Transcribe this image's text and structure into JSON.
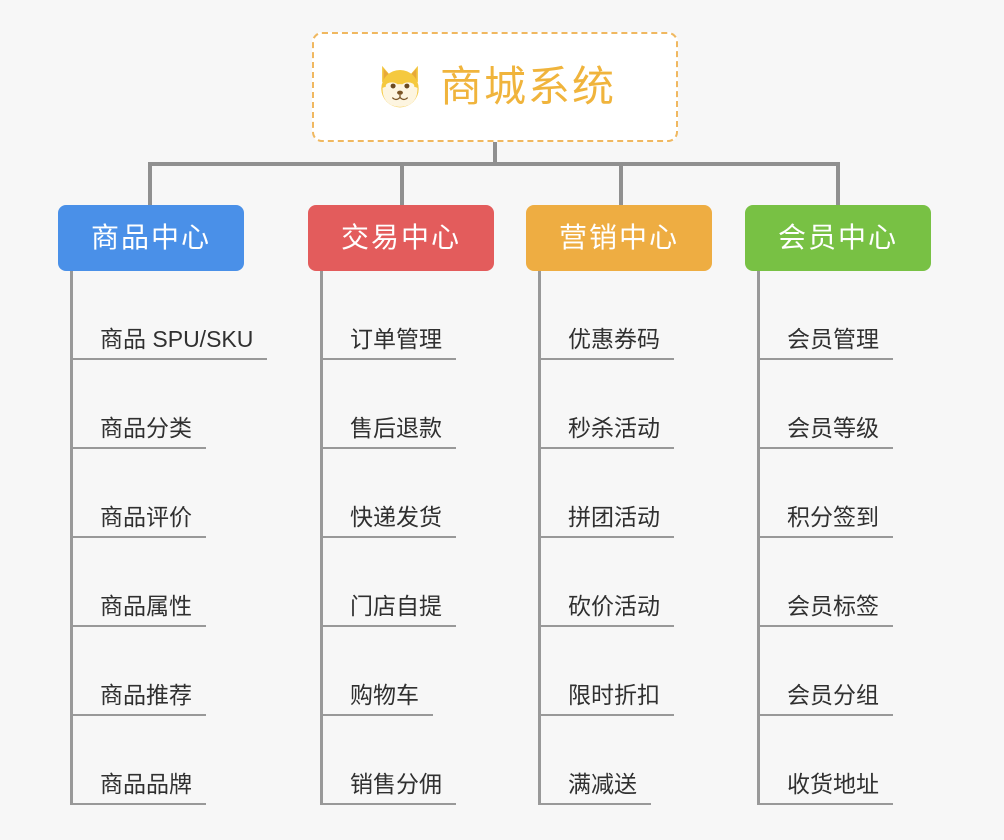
{
  "root": {
    "title": "商城系统",
    "icon": "shiba-dog-icon",
    "border_color": "#f0b860",
    "text_color": "#f0b43c",
    "background": "#ffffff"
  },
  "canvas": {
    "background": "#f7f7f7",
    "connector_color": "#909090"
  },
  "columns": [
    {
      "id": "product-center",
      "label": "商品中心",
      "color": "#4a90e8",
      "items": [
        "商品 SPU/SKU",
        "商品分类",
        "商品评价",
        "商品属性",
        "商品推荐",
        "商品品牌"
      ]
    },
    {
      "id": "trade-center",
      "label": "交易中心",
      "color": "#e35c5c",
      "items": [
        "订单管理",
        "售后退款",
        "快递发货",
        "门店自提",
        "购物车",
        "销售分佣"
      ]
    },
    {
      "id": "marketing-center",
      "label": "营销中心",
      "color": "#eead42",
      "items": [
        "优惠券码",
        "秒杀活动",
        "拼团活动",
        "砍价活动",
        "限时折扣",
        "满减送"
      ]
    },
    {
      "id": "member-center",
      "label": "会员中心",
      "color": "#78c144",
      "items": [
        "会员管理",
        "会员等级",
        "积分签到",
        "会员标签",
        "会员分组",
        "收货地址"
      ]
    }
  ]
}
